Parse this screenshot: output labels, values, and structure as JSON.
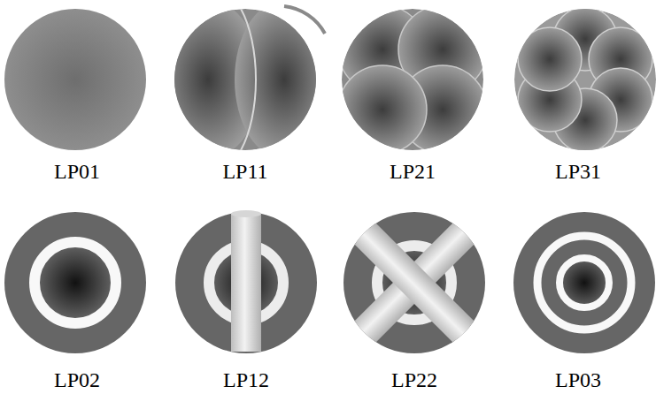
{
  "diagram": {
    "nodes": [
      {
        "text": [
          "LP01"
        ]
      },
      {
        "text": [
          "LP11"
        ]
      },
      {
        "text": [
          "LP21"
        ]
      },
      {
        "text": [
          "LP31"
        ]
      },
      {
        "text": [
          "LP02"
        ]
      },
      {
        "text": [
          "LP12"
        ]
      },
      {
        "text": [
          "LP22"
        ]
      },
      {
        "text": [
          "LP03"
        ]
      }
    ]
  }
}
